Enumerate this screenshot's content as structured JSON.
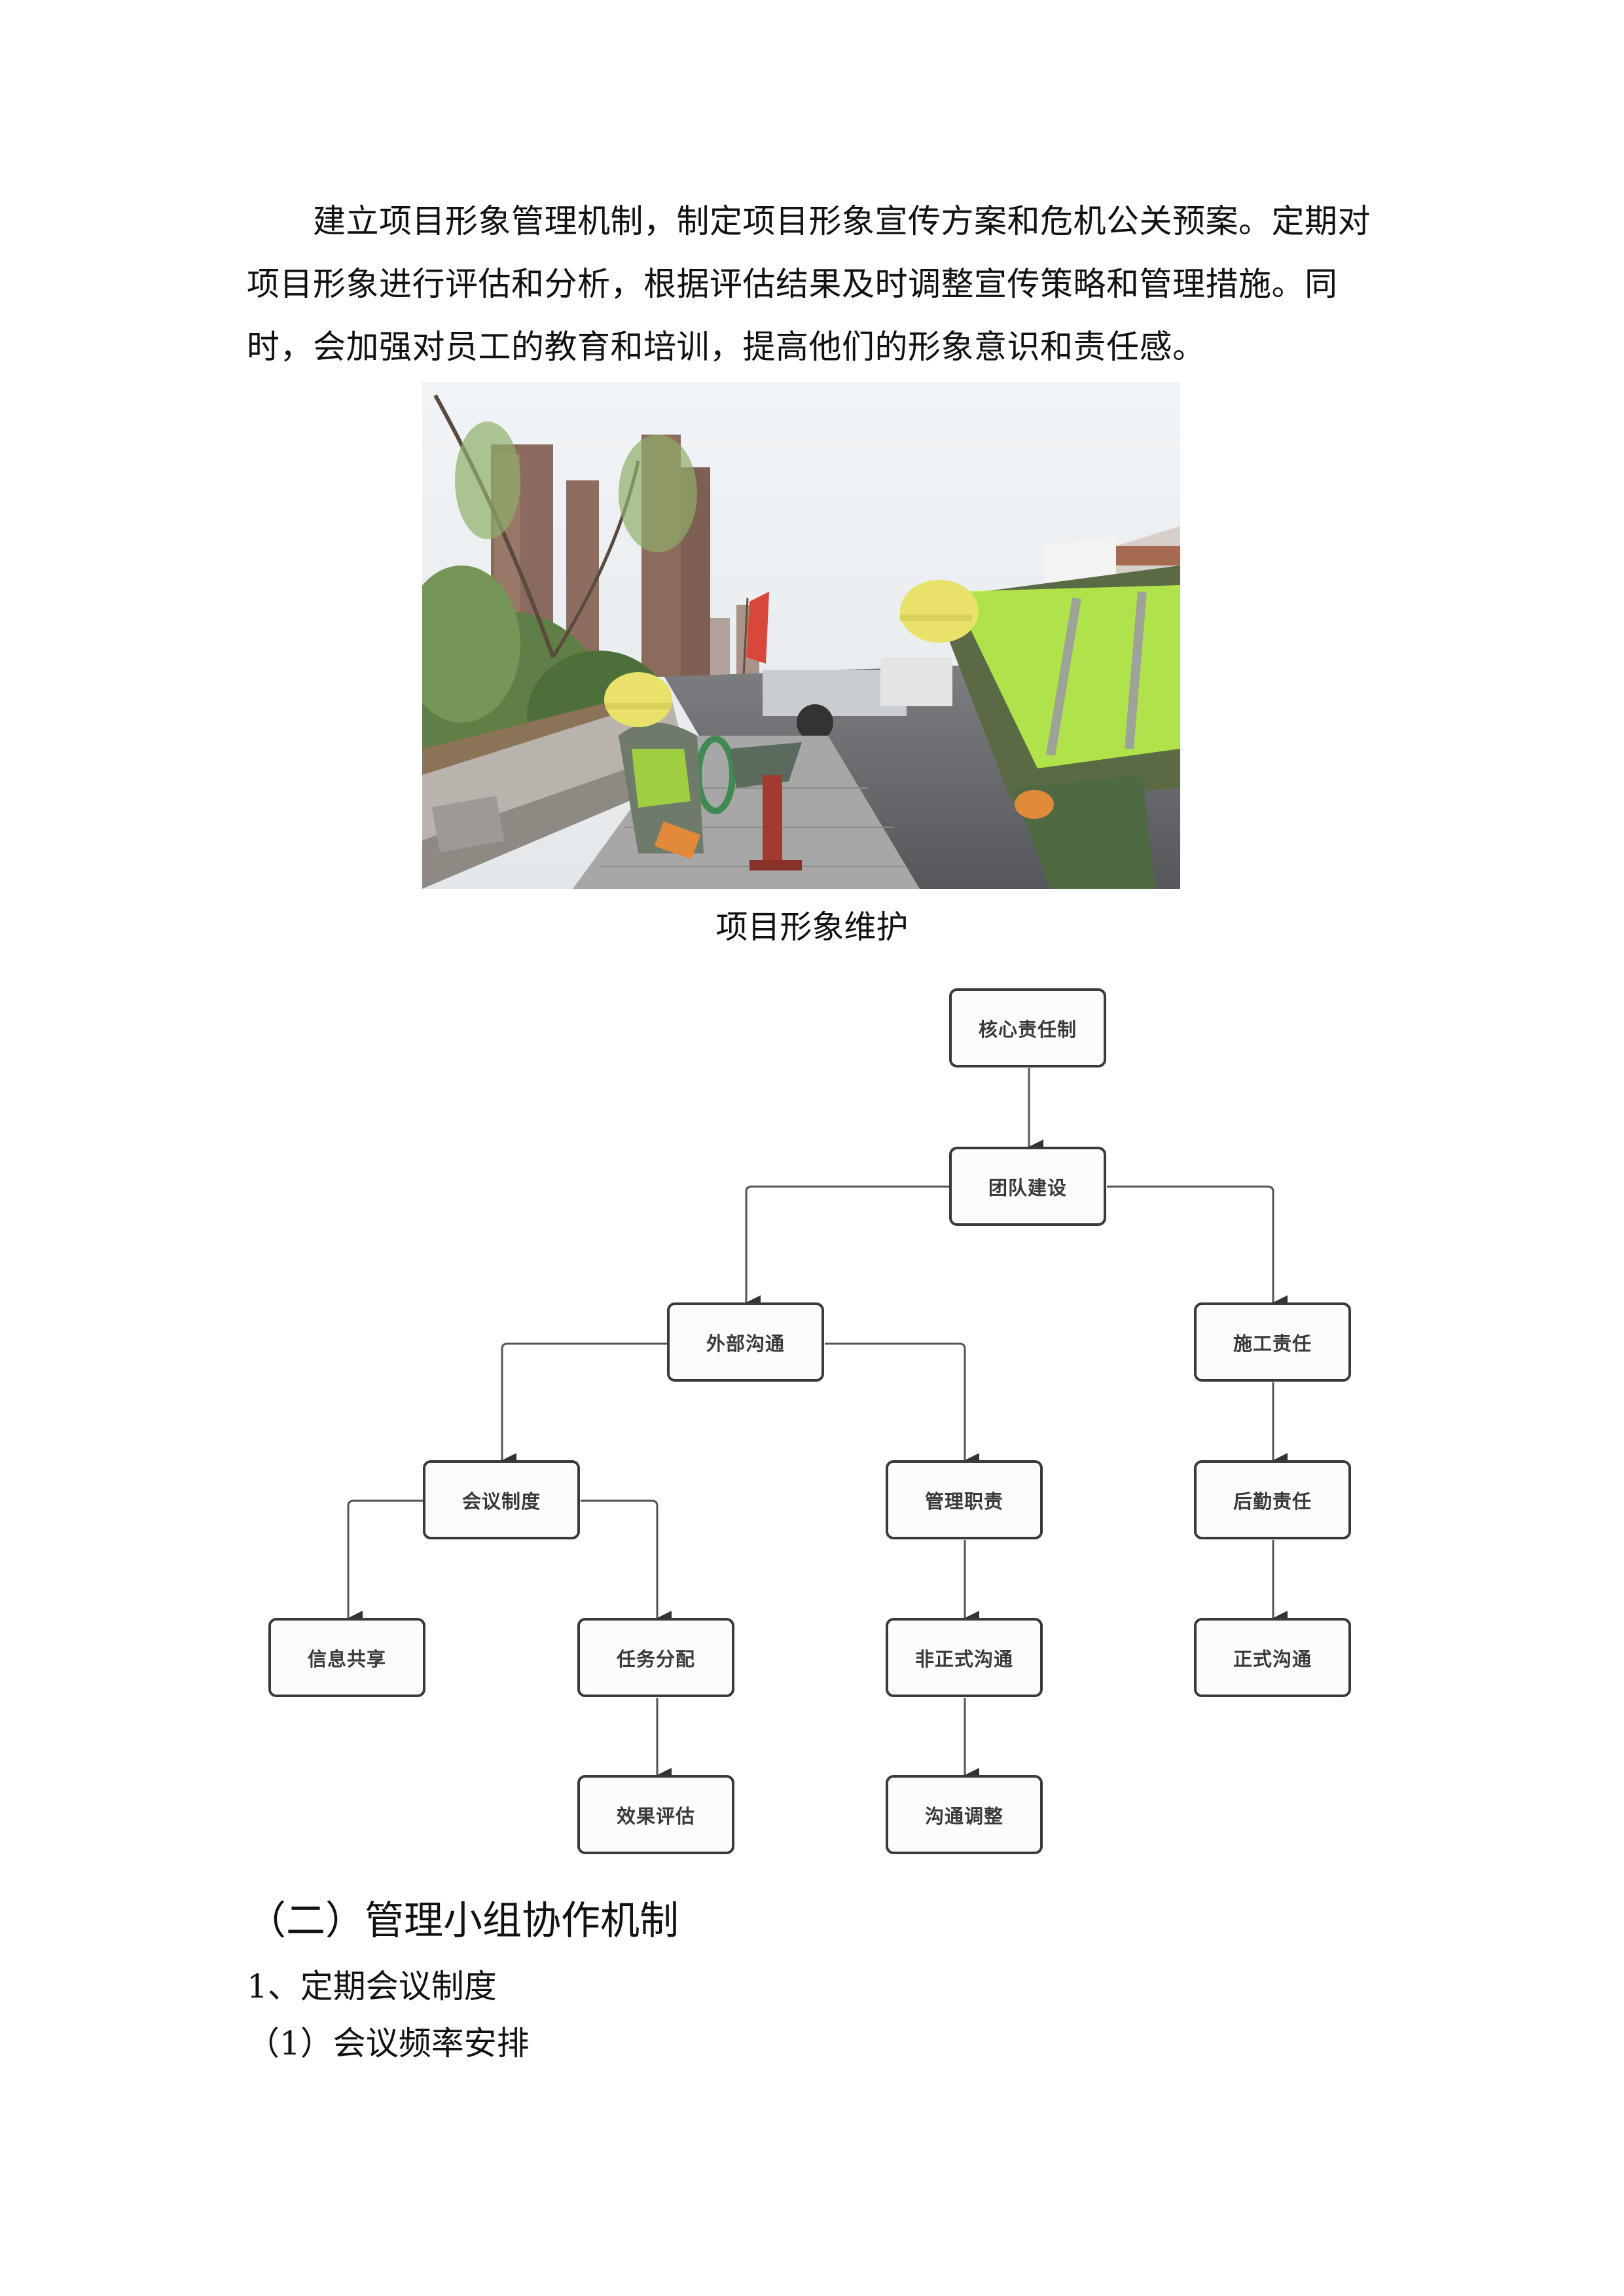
{
  "intro_paragraph": {
    "lines": [
      "建立项目形象管理机制，制定项目形象宣传方案和危机公关预案。定期对",
      "项目形象进行评估和分析，根据评估结果及时调整宣传策略和管理措施。同",
      "时，会加强对员工的教育和培训，提高他们的形象意识和责任感。"
    ]
  },
  "figure": {
    "image_description": "construction-workers-paving-sidewalk-photo",
    "caption": "项目形象维护"
  },
  "flowchart": {
    "nodes": {
      "core": "核心责任制",
      "team": "团队建设",
      "external": "外部沟通",
      "construction": "施工责任",
      "meeting": "会议制度",
      "management": "管理职责",
      "logistics": "后勤责任",
      "info_share": "信息共享",
      "task_assign": "任务分配",
      "informal": "非正式沟通",
      "formal": "正式沟通",
      "evaluation": "效果评估",
      "adjust": "沟通调整"
    },
    "edges": [
      [
        "核心责任制",
        "团队建设"
      ],
      [
        "团队建设",
        "外部沟通"
      ],
      [
        "团队建设",
        "施工责任"
      ],
      [
        "外部沟通",
        "会议制度"
      ],
      [
        "外部沟通",
        "管理职责"
      ],
      [
        "施工责任",
        "后勤责任"
      ],
      [
        "会议制度",
        "信息共享"
      ],
      [
        "会议制度",
        "任务分配"
      ],
      [
        "管理职责",
        "非正式沟通"
      ],
      [
        "后勤责任",
        "正式沟通"
      ],
      [
        "任务分配",
        "效果评估"
      ],
      [
        "非正式沟通",
        "沟通调整"
      ]
    ],
    "colors": {
      "stroke": "#3a3a3a",
      "connector": "#555555",
      "fill": "#fcfcfb"
    }
  },
  "section": {
    "heading": "（二）管理小组协作机制",
    "subheading": "1、定期会议制度",
    "item": "（1）会议频率安排"
  }
}
